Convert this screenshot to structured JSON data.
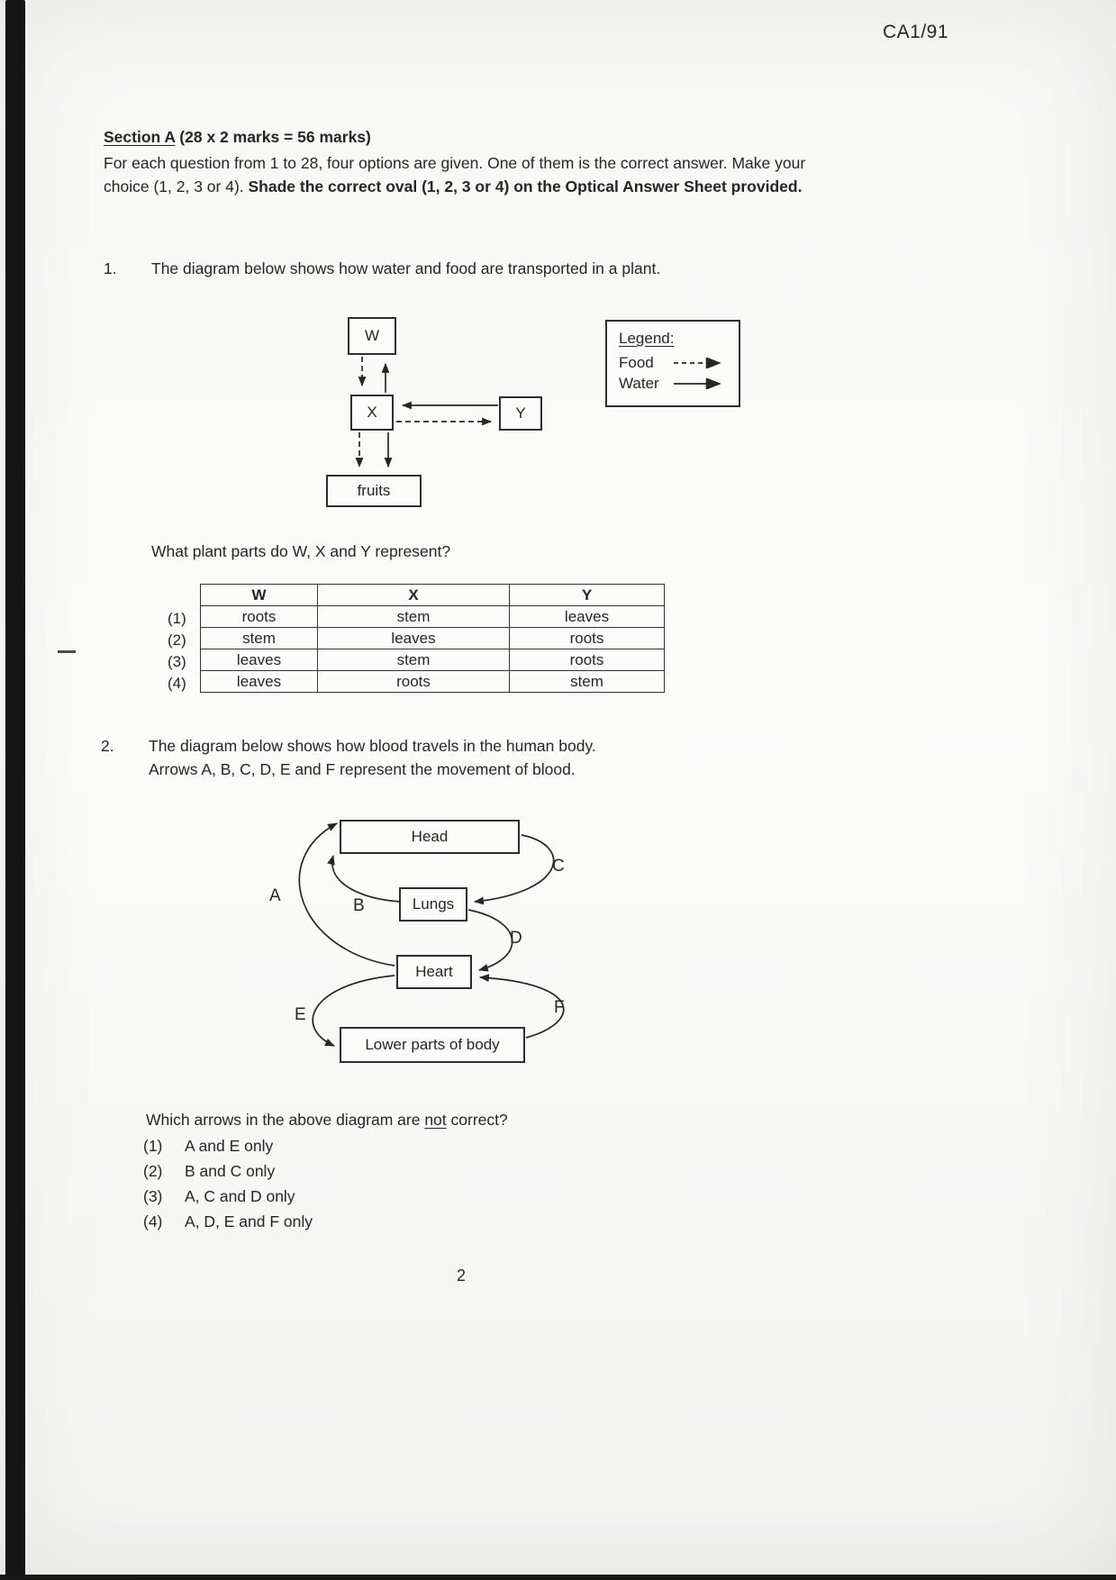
{
  "page": {
    "paper_code": "CA1/91",
    "page_number": "2"
  },
  "section_a": {
    "title_underlined": "Section A",
    "title_rest": " (28 x 2 marks = 56 marks)",
    "instructions_normal": "For each question from 1 to 28, four options are given. One of them is the correct answer. Make your choice (1, 2, 3 or 4). ",
    "instructions_bold": "Shade the correct oval (1, 2, 3 or 4) on the Optical Answer Sheet provided."
  },
  "q1": {
    "number": "1.",
    "stem": "The diagram below shows how water and food are transported in a plant.",
    "diagram": {
      "box_w": "W",
      "box_x": "X",
      "box_y": "Y",
      "box_fruits": "fruits",
      "legend_title": "Legend:",
      "legend_food": "Food",
      "legend_water": "Water"
    },
    "sub_question": "What plant parts do W, X and Y represent?",
    "table": {
      "headers": [
        "W",
        "X",
        "Y"
      ],
      "row_labels": [
        "(1)",
        "(2)",
        "(3)",
        "(4)"
      ],
      "rows": [
        [
          "roots",
          "stem",
          "leaves"
        ],
        [
          "stem",
          "leaves",
          "roots"
        ],
        [
          "leaves",
          "stem",
          "roots"
        ],
        [
          "leaves",
          "roots",
          "stem"
        ]
      ]
    }
  },
  "q2": {
    "number": "2.",
    "stem_line1": "The diagram below shows how blood travels in the human body.",
    "stem_line2": "Arrows A, B, C, D, E and F represent the movement of blood.",
    "diagram": {
      "box_head": "Head",
      "box_lungs": "Lungs",
      "box_heart": "Heart",
      "box_lower": "Lower parts of body",
      "label_a": "A",
      "label_b": "B",
      "label_c": "C",
      "label_d": "D",
      "label_e": "E",
      "label_f": "F"
    },
    "question_prefix": "Which arrows in the above diagram are ",
    "question_emphasis": "not",
    "question_suffix": " correct?",
    "options": [
      {
        "label": "(1)",
        "text": "A and E only"
      },
      {
        "label": "(2)",
        "text": "B and C only"
      },
      {
        "label": "(3)",
        "text": "A, C and D only"
      },
      {
        "label": "(4)",
        "text": "A, D, E and F only"
      }
    ]
  }
}
